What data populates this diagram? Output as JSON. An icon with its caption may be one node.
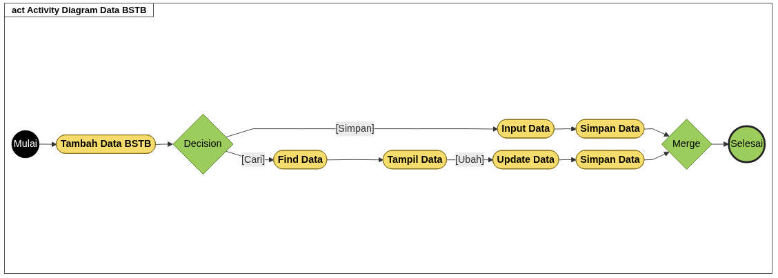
{
  "diagram": {
    "title": "act Activity Diagram Data BSTB",
    "nodes": [
      {
        "text": [
          "Mulai"
        ]
      },
      {
        "text": [
          "Tambah Data BSTB"
        ]
      },
      {
        "text": [
          "Decision"
        ]
      },
      {
        "text": [
          "Find Data"
        ]
      },
      {
        "text": [
          "Tampil Data"
        ]
      },
      {
        "text": [
          "Input Data"
        ]
      },
      {
        "text": [
          "Update Data"
        ]
      },
      {
        "text": [
          "Simpan Data"
        ]
      },
      {
        "text": [
          "Merge"
        ]
      },
      {
        "text": [
          "Simpan Data"
        ]
      },
      {
        "text": [
          "Selesai"
        ]
      }
    ],
    "edges": [
      {
        "from": 0,
        "to": 1,
        "arrow": "to"
      },
      {
        "from": 1,
        "to": 2,
        "arrow": "to"
      },
      {
        "from": 2,
        "to": 3,
        "arrow": "to",
        "label": "[Cari]"
      },
      {
        "from": 3,
        "to": 4,
        "arrow": "to"
      },
      {
        "from": 2,
        "to": 5,
        "arrow": "to",
        "label": "[Simpan]"
      },
      {
        "from": 4,
        "to": 6,
        "arrow": "to",
        "label": "[Ubah]"
      },
      {
        "from": 5,
        "to": 7,
        "arrow": "to"
      },
      {
        "from": 6,
        "to": 9,
        "arrow": "to"
      },
      {
        "from": 7,
        "to": 8,
        "arrow": "to"
      },
      {
        "from": 9,
        "to": 8,
        "arrow": "to"
      },
      {
        "from": 8,
        "to": 10,
        "arrow": "to"
      }
    ]
  }
}
